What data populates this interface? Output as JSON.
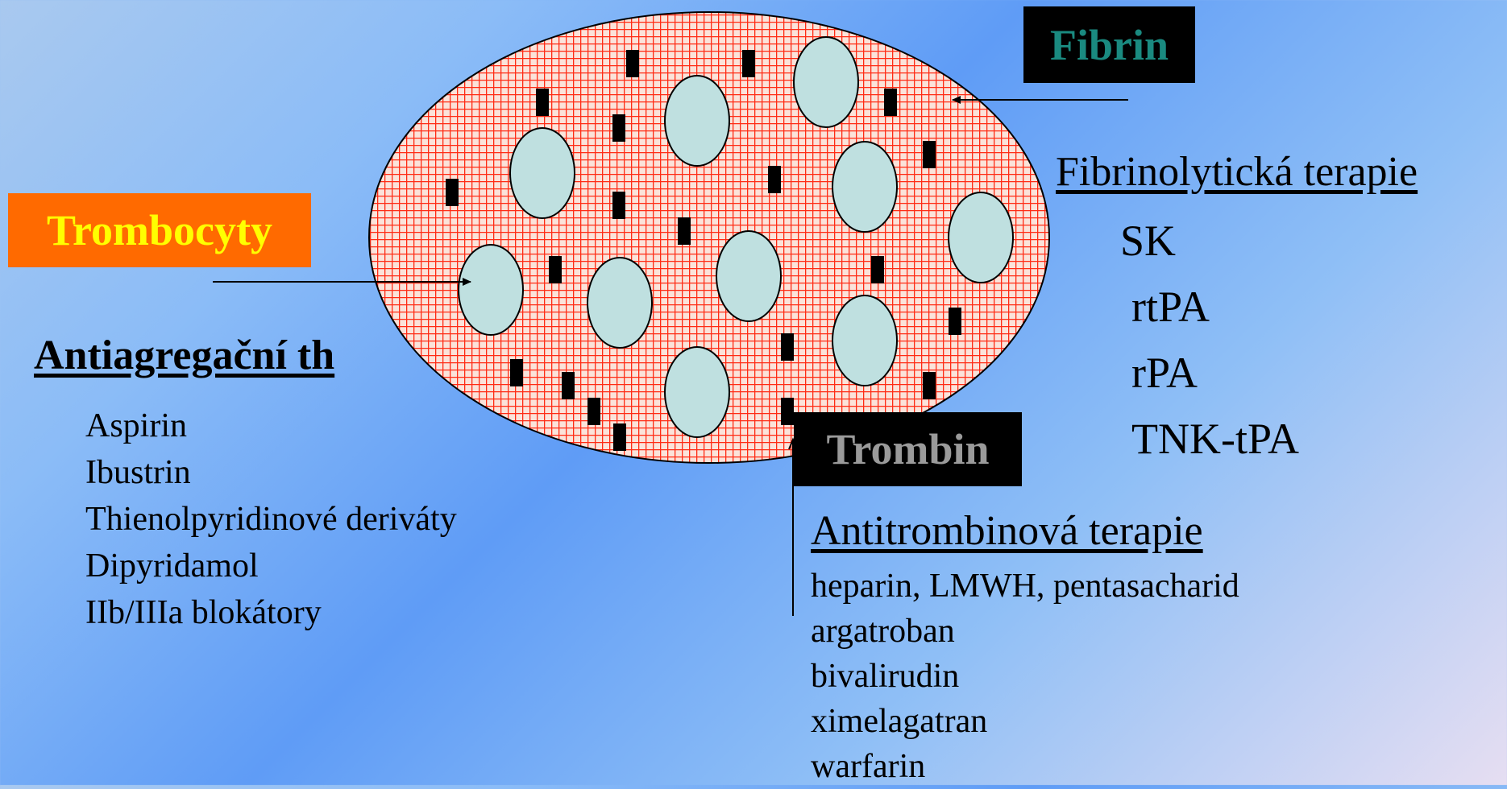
{
  "labels": {
    "fibrin": "Fibrin",
    "trombin": "Trombin",
    "trombocyty": "Trombocyty"
  },
  "antiagregacni": {
    "title": "Antiagregační th",
    "items": [
      "Aspirin",
      "Ibustrin",
      "Thienolpyridinové deriváty",
      "Dipyridamol",
      "IIb/IIIa blokátory"
    ]
  },
  "fibrinolyticka": {
    "title": "Fibrinolytická terapie",
    "items": [
      "SK",
      "rtPA",
      "rPA",
      "TNK-tPA"
    ]
  },
  "antitrombinova": {
    "title": "Antitrombinová terapie",
    "items": [
      "heparin, LMWH, pentasacharid",
      "argatroban",
      "bivalirudin",
      "ximelagatran",
      "warfarin"
    ]
  },
  "colors": {
    "clot_fill": "#f8d9cc",
    "clot_mesh": "#ff2b14",
    "platelet": "#bfe0e0",
    "fibrin_text": "#1a8a80",
    "trombin_text": "#9a9a9a",
    "trombocyty_bg": "#ff6a00",
    "trombocyty_text": "#ffff00"
  }
}
